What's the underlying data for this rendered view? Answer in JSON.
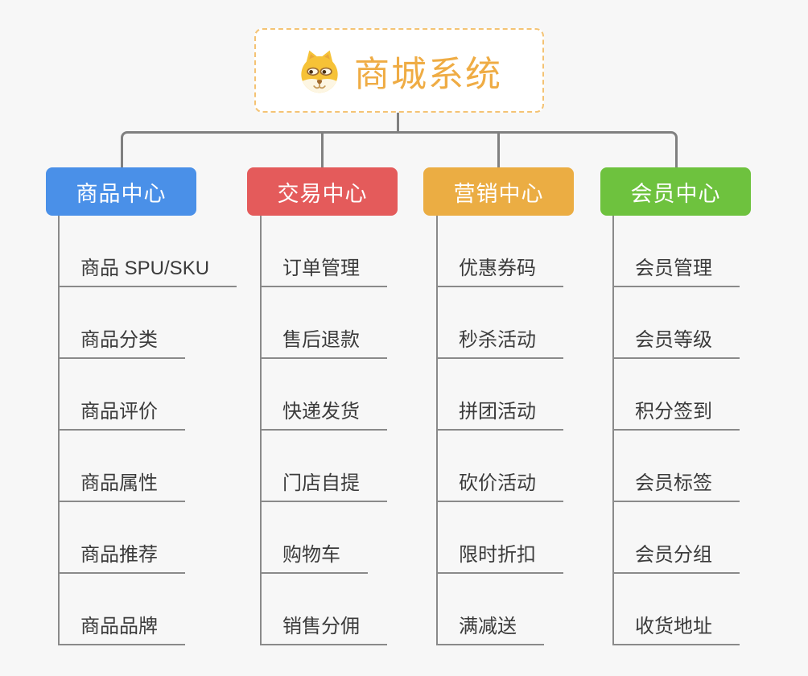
{
  "background": "#f7f7f7",
  "connector_color": "#808080",
  "child_text_color": "#3b3b3b",
  "root": {
    "label": "商城系统",
    "icon": "dog-face-icon",
    "text_color": "#efac44",
    "border_color": "#f4c374"
  },
  "branches": [
    {
      "label": "商品中心",
      "color": "#4a90e8",
      "children": [
        "商品 SPU/SKU",
        "商品分类",
        "商品评价",
        "商品属性",
        "商品推荐",
        "商品品牌"
      ]
    },
    {
      "label": "交易中心",
      "color": "#e45b5b",
      "children": [
        "订单管理",
        "售后退款",
        "快递发货",
        "门店自提",
        "购物车",
        "销售分佣"
      ]
    },
    {
      "label": "营销中心",
      "color": "#ebad43",
      "children": [
        "优惠券码",
        "秒杀活动",
        "拼团活动",
        "砍价活动",
        "限时折扣",
        "满减送"
      ]
    },
    {
      "label": "会员中心",
      "color": "#6ec23e",
      "children": [
        "会员管理",
        "会员等级",
        "积分签到",
        "会员标签",
        "会员分组",
        "收货地址"
      ]
    }
  ]
}
